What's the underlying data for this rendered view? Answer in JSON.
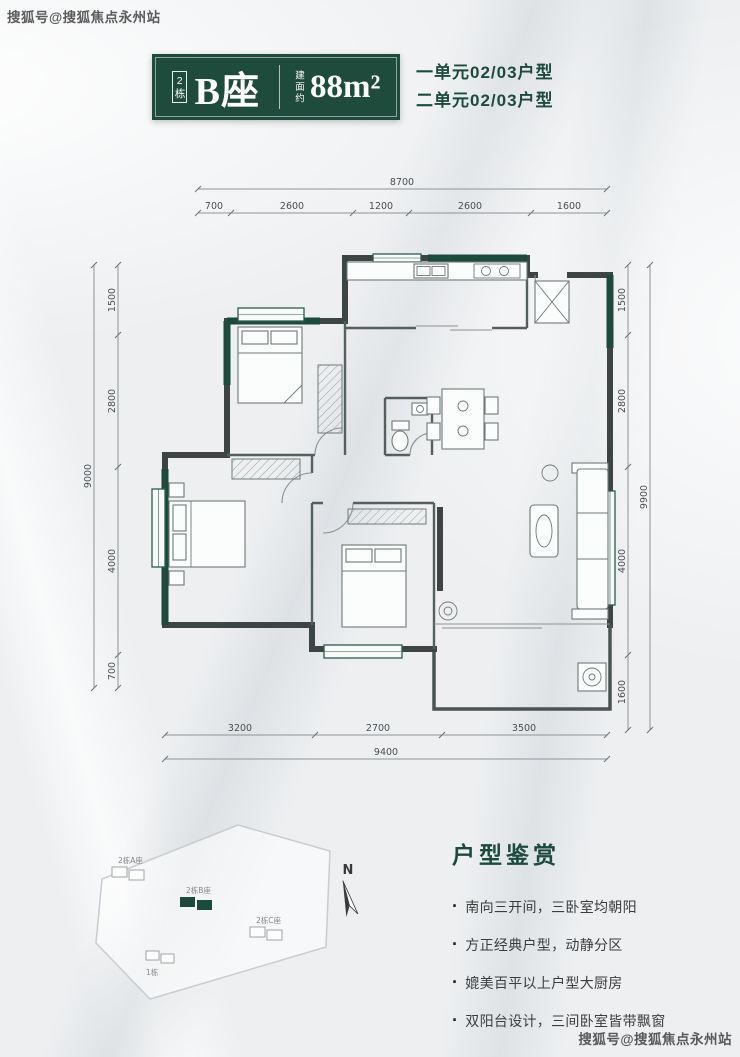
{
  "watermark": {
    "text": "搜狐号@搜狐焦点永州站"
  },
  "header": {
    "badge": "2栋",
    "block": "B座",
    "area_label": "建面约",
    "area_value": "88m²",
    "unit_line1": "一单元02/03户型",
    "unit_line2": "二单元02/03户型"
  },
  "floorplan": {
    "top_total": "8700",
    "top": [
      "700",
      "2600",
      "1200",
      "2600",
      "1600"
    ],
    "left_total": "9000",
    "left": [
      "1500",
      "2800",
      "4000",
      "700"
    ],
    "right_total": "9900",
    "right": [
      "1500",
      "2800",
      "4000",
      "1600"
    ],
    "bottom_total": "9400",
    "bottom": [
      "3200",
      "2700",
      "3500"
    ]
  },
  "sitemap": {
    "north": "N",
    "labels": [
      "2栋A座",
      "2栋B座",
      "2栋C座",
      "1栋"
    ]
  },
  "features": {
    "title": "户型鉴赏",
    "items": [
      "南向三开间，三卧室均朝阳",
      "方正经典户型，动静分区",
      "媲美百平以上户型大厨房",
      "双阳台设计，三间卧室皆带飘窗"
    ]
  },
  "colors": {
    "brand_green": "#1d4a3c",
    "wall": "#3c4543"
  }
}
